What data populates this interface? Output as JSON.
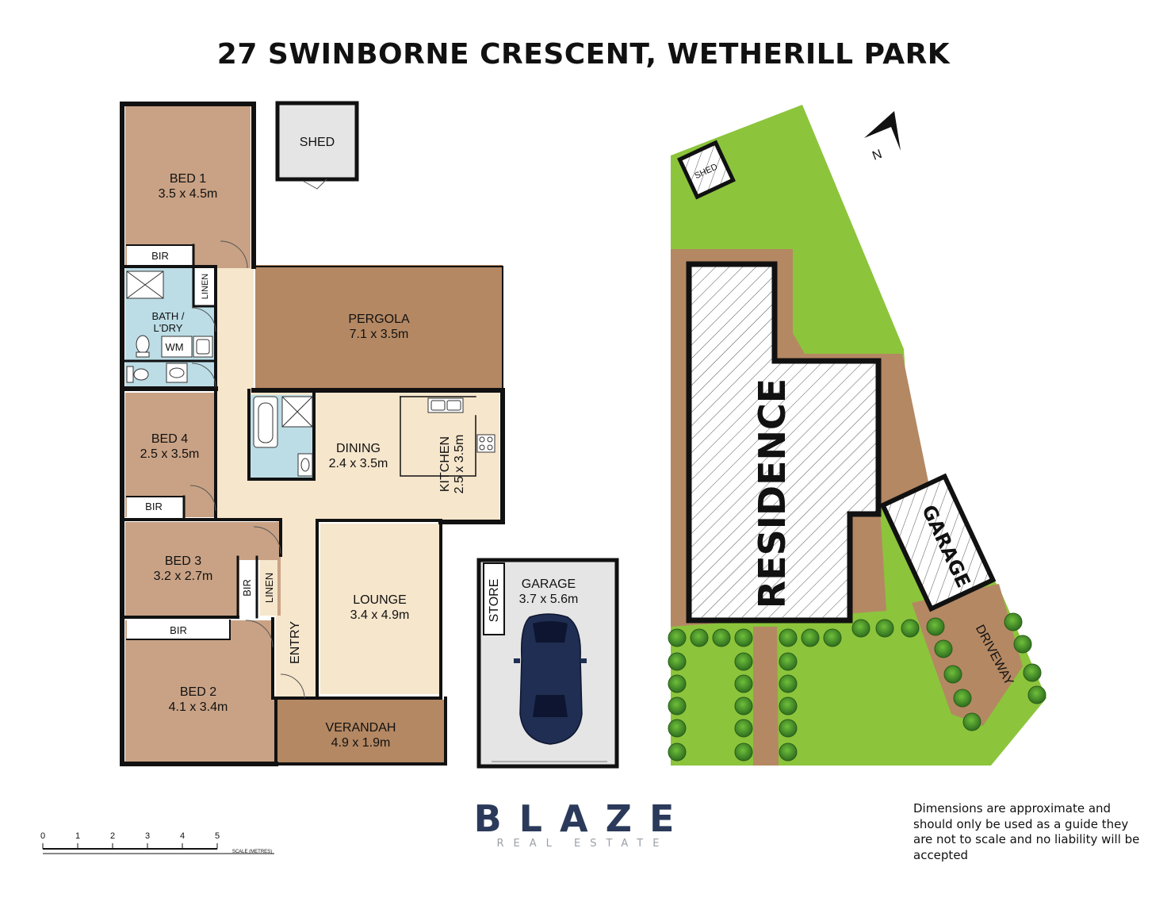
{
  "title": "27 SWINBORNE CRESCENT, WETHERILL PARK",
  "rooms": {
    "bed1": {
      "name": "BED 1",
      "size": "3.5 x 4.5m"
    },
    "bed2": {
      "name": "BED 2",
      "size": "4.1 x 3.4m"
    },
    "bed3": {
      "name": "BED 3",
      "size": "3.2 x 2.7m"
    },
    "bed4": {
      "name": "BED 4",
      "size": "2.5 x 3.5m"
    },
    "pergola": {
      "name": "PERGOLA",
      "size": "7.1 x 3.5m"
    },
    "dining": {
      "name": "DINING",
      "size": "2.4 x 3.5m"
    },
    "kitchen": {
      "name": "KITCHEN",
      "size": "2.5 x 3.5m"
    },
    "lounge": {
      "name": "LOUNGE",
      "size": "3.4 x 4.9m"
    },
    "verandah": {
      "name": "VERANDAH",
      "size": "4.9 x 1.9m"
    },
    "garage": {
      "name": "GARAGE",
      "size": "3.7 x 5.6m"
    },
    "bath": {
      "name": "BATH /",
      "name2": "L'DRY"
    }
  },
  "labels": {
    "shed": "SHED",
    "bir": "BIR",
    "linen": "LINEN",
    "wm": "WM",
    "entry": "ENTRY",
    "store": "STORE"
  },
  "site": {
    "residence": "RESIDENCE",
    "garage": "GARAGE",
    "shed": "SHED",
    "driveway": "DRIVEWAY",
    "north": "N"
  },
  "scale": {
    "ticks": [
      "0",
      "1",
      "2",
      "3",
      "4",
      "5"
    ],
    "caption": "SCALE (METRES)"
  },
  "brand": {
    "name": "BLAZE",
    "sub": "REAL ESTATE"
  },
  "disclaimer": "Dimensions are approximate and should only be used as a guide they are not to scale and no liability will be accepted",
  "colors": {
    "room": "#c9a285",
    "pergola": "#b48863",
    "hall": "#f6e6cc",
    "wet": "#bcdde6",
    "shed": "#e5e5e5",
    "lawn": "#8cc43c",
    "hedge": "#3e8a2a",
    "car": "#1f2e52",
    "brand": "#2b3a5a"
  }
}
